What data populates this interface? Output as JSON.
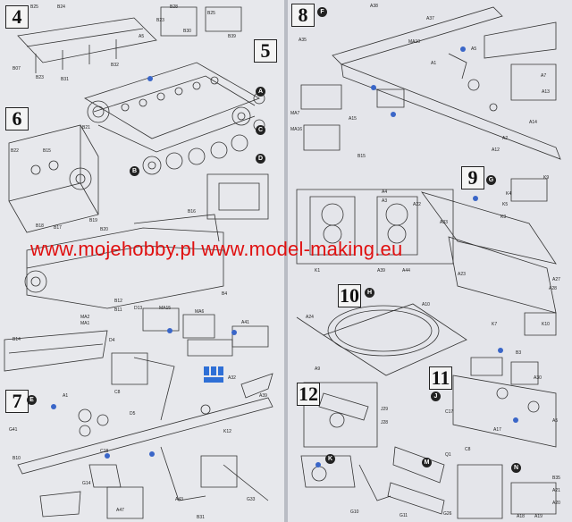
{
  "watermark": "www.mojehobby.pl www.model-making.eu",
  "steps": {
    "s4": "4",
    "s5": "5",
    "s6": "6",
    "s7": "7",
    "s8": "8",
    "s9": "9",
    "s10": "10",
    "s11": "11",
    "s12": "12"
  },
  "subassembly_markers": {
    "A": "A",
    "B": "B",
    "C": "C",
    "D": "D",
    "E": "E",
    "F": "F",
    "G": "G",
    "H": "H",
    "J": "J",
    "K": "K",
    "M": "M",
    "N": "N"
  },
  "part_labels": {
    "left_top": [
      "B25",
      "B24",
      "B28",
      "B23",
      "B25",
      "B30",
      "B39",
      "B07",
      "B23",
      "B32",
      "A5",
      "B31"
    ],
    "left_mid": [
      "B21",
      "B22",
      "B15",
      "B16",
      "B19",
      "B20",
      "B18",
      "B17",
      "MA2",
      "MA1",
      "B4",
      "B11",
      "B12"
    ],
    "left_bottom": [
      "B14",
      "D4",
      "D13",
      "MA15",
      "MA6",
      "A41",
      "A39",
      "A32",
      "A1",
      "C8",
      "K12",
      "D5",
      "G41",
      "B10",
      "A47",
      "G14",
      "C18",
      "A43",
      "G33",
      "B31"
    ],
    "right_top": [
      "A38",
      "A37",
      "A35",
      "MA10",
      "A1",
      "A5",
      "MA7",
      "MA16",
      "A15",
      "B15",
      "A14",
      "A13",
      "A12",
      "A2",
      "A7"
    ],
    "right_mid": [
      "A4",
      "A3",
      "A22",
      "A33",
      "K1",
      "A44",
      "A39",
      "K9",
      "K4",
      "K5",
      "K3",
      "A23",
      "A27",
      "K7",
      "A28"
    ],
    "right_bottom": [
      "A10",
      "A24",
      "A9",
      "K10",
      "B3",
      "A30",
      "J29",
      "J28",
      "G10",
      "C17",
      "A17",
      "A18",
      "A19",
      "A20",
      "A21",
      "B35",
      "G26",
      "G11",
      "Q1",
      "A5",
      "C8"
    ]
  }
}
